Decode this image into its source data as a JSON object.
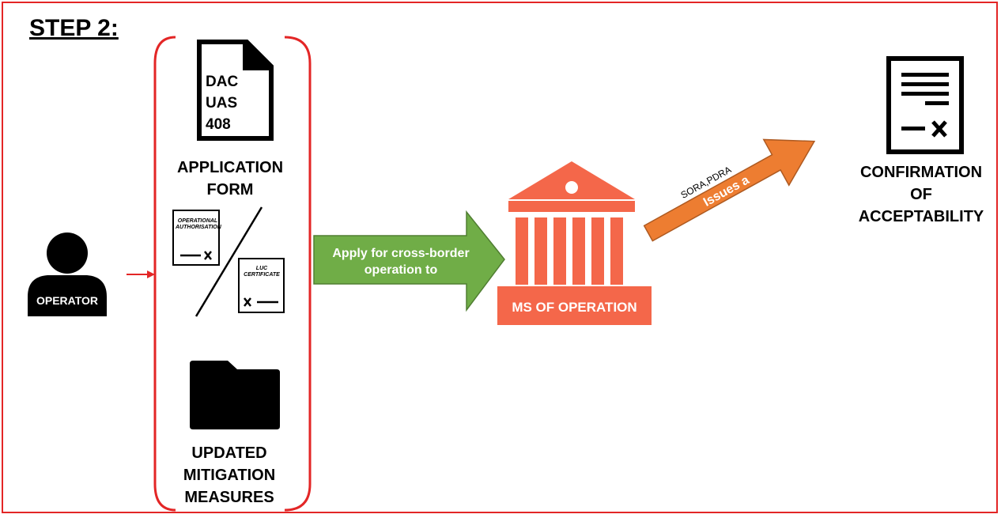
{
  "title": "STEP 2:",
  "operator": {
    "label": "OPERATOR"
  },
  "document": {
    "lines": [
      "DAC",
      "UAS",
      "408"
    ]
  },
  "application_form": {
    "lines": [
      "APPLICATION",
      "FORM"
    ]
  },
  "operational_authorisation": {
    "lines": [
      "OPERATIONAL",
      "AUTHORISATION"
    ]
  },
  "luc_certificate": {
    "lines": [
      "LUC",
      "CERTIFICATE"
    ]
  },
  "mitigation": {
    "lines": [
      "UPDATED",
      "MITIGATION",
      "MEASURES"
    ]
  },
  "apply_arrow": {
    "lines": [
      "Apply for cross-border",
      "operation to"
    ]
  },
  "ms_of_operation": {
    "label": "MS OF OPERATION"
  },
  "issues_arrow": {
    "label": "Issues a",
    "annotation": "SORA,PDRA"
  },
  "confirmation": {
    "lines": [
      "CONFIRMATION",
      "OF",
      "ACCEPTABILITY"
    ]
  },
  "colors": {
    "frame": "#e32626",
    "bracket": "#e32626",
    "green_arrow": "#70ad47",
    "orange_arrow": "#ed7d31",
    "building": "#f4674a",
    "black": "#000000"
  }
}
